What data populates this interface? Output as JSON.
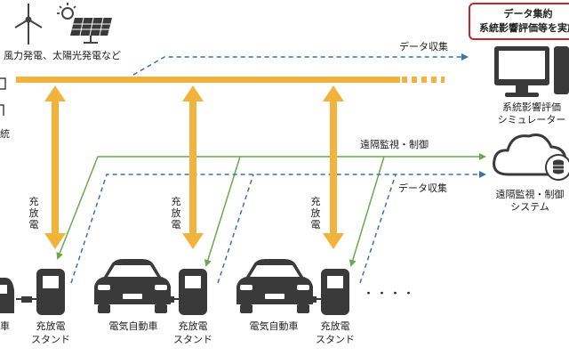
{
  "top": {
    "sources_label": "風力発電、太陽光発電など",
    "left_cut_label": "統",
    "data_collection_top": "データ収集",
    "data_collection_mid": "データ収集",
    "remote_label": "遠隔監視・制御"
  },
  "callout": {
    "line1": "データ集約",
    "line2": "系統影響評価等を実施"
  },
  "simulator": {
    "label_line1": "系統影響評価",
    "label_line2": "シミュレーター"
  },
  "cloud": {
    "label_line1": "遠隔監視・制御",
    "label_line2": "システム"
  },
  "arrows": {
    "charge_label": "充放電"
  },
  "bottom": {
    "station_line1": "充放電",
    "station_line2": "スタンド",
    "ev_label": "電気自動車",
    "ev_cut_label": "車",
    "more_dots": "・・・・"
  },
  "colors": {
    "power_line": "#f2b33d",
    "data_dash": "#3b6fb6",
    "control_line": "#6aa84f",
    "device": "#3a3a3a",
    "callout_border": "#c62828"
  }
}
